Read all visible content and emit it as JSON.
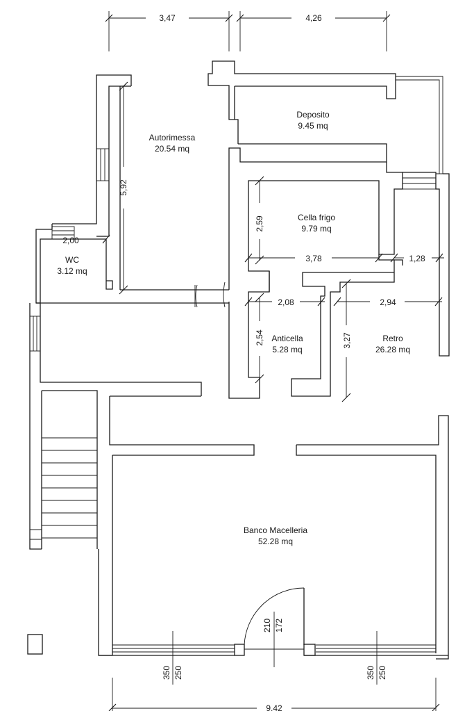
{
  "rooms": {
    "autorimessa": {
      "name": "Autorimessa",
      "area": "20.54 mq"
    },
    "deposito": {
      "name": "Deposito",
      "area": "9.45 mq"
    },
    "cella_frigo": {
      "name": "Cella frigo",
      "area": "9.79 mq"
    },
    "wc": {
      "name": "WC",
      "area": "3.12 mq"
    },
    "anticella": {
      "name": "Anticella",
      "area": "5.28 mq"
    },
    "retro": {
      "name": "Retro",
      "area": "26.28 mq"
    },
    "banco_macelleria": {
      "name": "Banco Macelleria",
      "area": "52.28 mq"
    }
  },
  "dimensions": {
    "top_left": "3,47",
    "top_right": "4,26",
    "autorimessa_height": "5,92",
    "wc_width": "2,00",
    "cella_height": "2,59",
    "cella_width": "3,78",
    "right_small": "1,28",
    "anticella_width": "2,08",
    "retro_width": "2,94",
    "anticella_height": "2,54",
    "retro_height": "3,27",
    "door_width": "172",
    "door_height": "210",
    "window_left_w": "350",
    "window_left_h": "250",
    "window_right_w": "350",
    "window_right_h": "250",
    "bottom_total": "9,42"
  }
}
